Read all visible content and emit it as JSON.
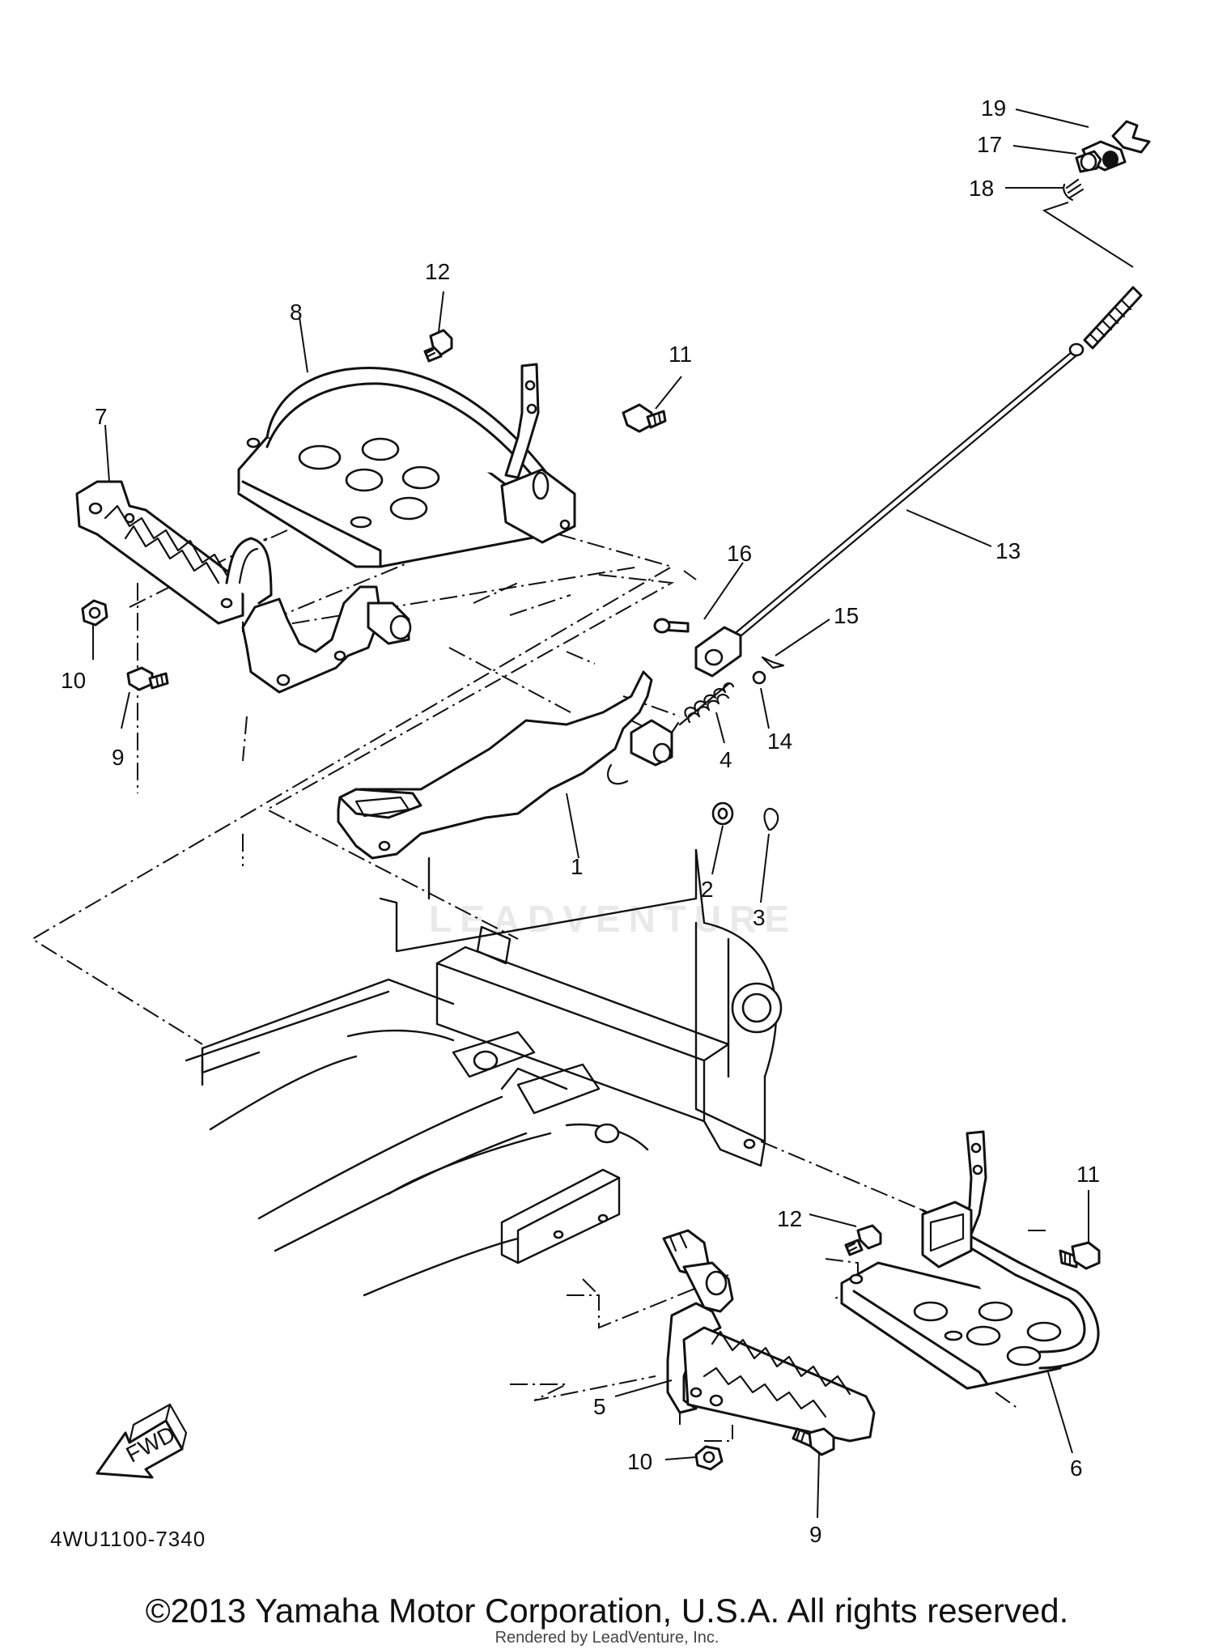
{
  "diagram": {
    "code": "4WU1100-7340",
    "fwd_label": "FWD",
    "watermark": "LEADVENTURE",
    "callouts": [
      {
        "id": "c1",
        "text": "1"
      },
      {
        "id": "c2",
        "text": "2"
      },
      {
        "id": "c3",
        "text": "3"
      },
      {
        "id": "c4",
        "text": "4"
      },
      {
        "id": "c5",
        "text": "5"
      },
      {
        "id": "c6",
        "text": "6"
      },
      {
        "id": "c7",
        "text": "7"
      },
      {
        "id": "c8",
        "text": "8"
      },
      {
        "id": "c9a",
        "text": "9"
      },
      {
        "id": "c9b",
        "text": "9"
      },
      {
        "id": "c10a",
        "text": "10"
      },
      {
        "id": "c10b",
        "text": "10"
      },
      {
        "id": "c11a",
        "text": "11"
      },
      {
        "id": "c11b",
        "text": "11"
      },
      {
        "id": "c12a",
        "text": "12"
      },
      {
        "id": "c12b",
        "text": "12"
      },
      {
        "id": "c13",
        "text": "13"
      },
      {
        "id": "c14",
        "text": "14"
      },
      {
        "id": "c15",
        "text": "15"
      },
      {
        "id": "c16",
        "text": "16"
      },
      {
        "id": "c17",
        "text": "17"
      },
      {
        "id": "c18",
        "text": "18"
      },
      {
        "id": "c19",
        "text": "19"
      }
    ]
  },
  "footer": {
    "copyright": "©2013 Yamaha Motor Corporation, U.S.A. All rights reserved.",
    "rendered_by": "Rendered by LeadVenture, Inc."
  }
}
